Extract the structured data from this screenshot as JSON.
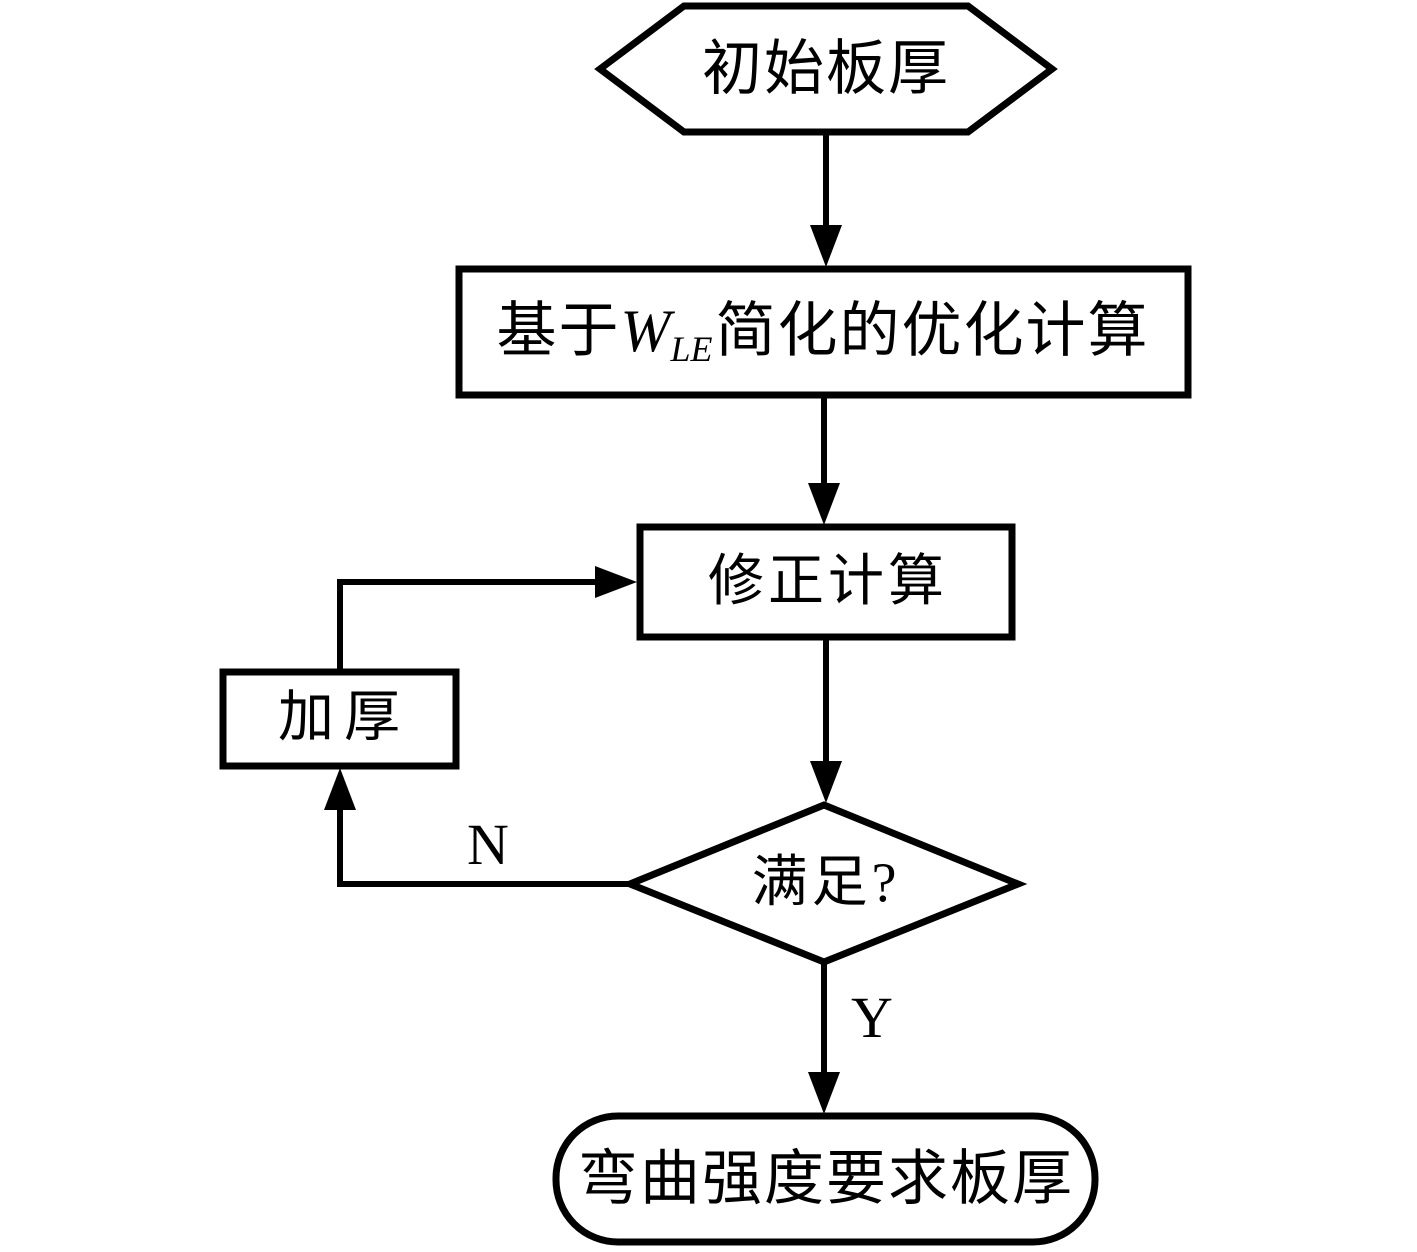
{
  "diagram": {
    "colors": {
      "stroke": "#000000",
      "background": "#ffffff"
    },
    "nodes": {
      "start": {
        "shape": "hexagon",
        "label": "初始板厚"
      },
      "optimize": {
        "shape": "rect",
        "label_prefix": "基于",
        "label_var": "W",
        "label_var_sub": "LE",
        "label_suffix": "简化的优化计算"
      },
      "revise": {
        "shape": "rect",
        "label": "修正计算"
      },
      "thicken": {
        "shape": "rect",
        "label": "加厚"
      },
      "decision": {
        "shape": "diamond",
        "label": "满足?"
      },
      "end": {
        "shape": "rounded-rect",
        "label": "弯曲强度要求板厚"
      }
    },
    "edges": {
      "no_label": "N",
      "yes_label": "Y"
    }
  }
}
